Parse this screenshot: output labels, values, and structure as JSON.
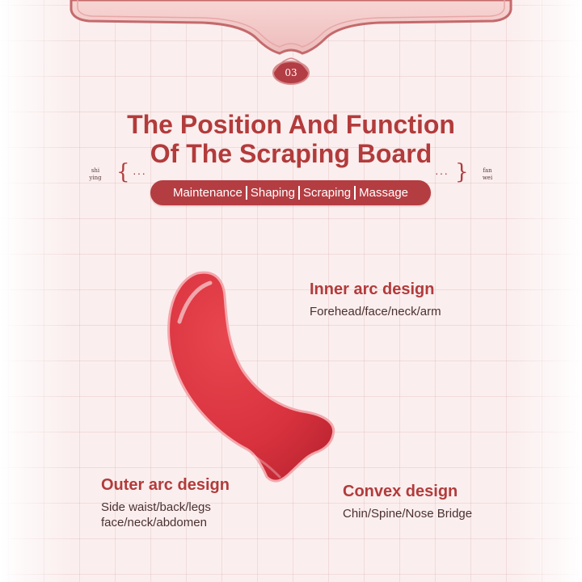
{
  "badge_number": "03",
  "title": {
    "line1": "The Position And Function",
    "line2": "Of The Scraping Board"
  },
  "pinyin_left": [
    "shi",
    "ying"
  ],
  "pinyin_right": [
    "fan",
    "wei"
  ],
  "brace_left": "{",
  "brace_right": "}",
  "dots_left": "···",
  "dots_right": "···",
  "functions": [
    "Maintenance",
    "Shaping",
    "Scraping",
    "Massage"
  ],
  "designs": {
    "inner": {
      "title": "Inner arc design",
      "desc": "Forehead/face/neck/arm"
    },
    "outer": {
      "title": "Outer arc design",
      "desc_line1": "Side waist/back/legs",
      "desc_line2": "face/neck/abdomen"
    },
    "convex": {
      "title": "Convex design",
      "desc": "Chin/Spine/Nose Bridge"
    }
  },
  "colors": {
    "accent": "#b23b3b",
    "pill": "#b43d42",
    "board": "#d8323e",
    "background": "#fbeeee"
  },
  "icons": [
    "ornate-banner",
    "gua-sha-board"
  ]
}
